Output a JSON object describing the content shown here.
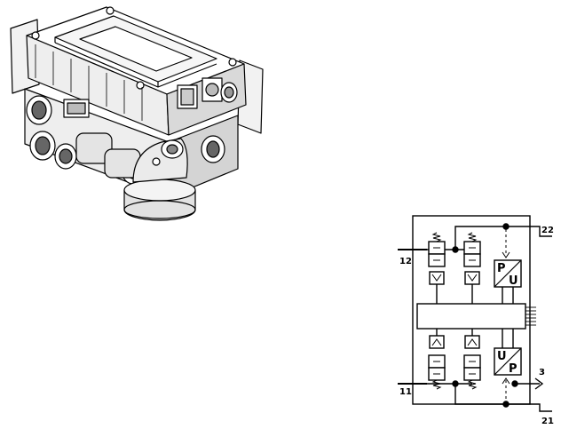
{
  "illustration": {
    "subject": "modulator-unit-illustration"
  },
  "schematic": {
    "ports": {
      "port_12": "12",
      "port_11": "11",
      "port_22": "22",
      "port_3": "3",
      "port_21": "21"
    },
    "transducers": {
      "top_p": "P",
      "top_u": "U",
      "bottom_u": "U",
      "bottom_p": "P"
    }
  },
  "colors": {
    "line": "#000000",
    "background": "#ffffff",
    "shade_light": "#e8e8e8",
    "shade_mid": "#cfcfcf",
    "shade_dark": "#9a9a9a"
  }
}
